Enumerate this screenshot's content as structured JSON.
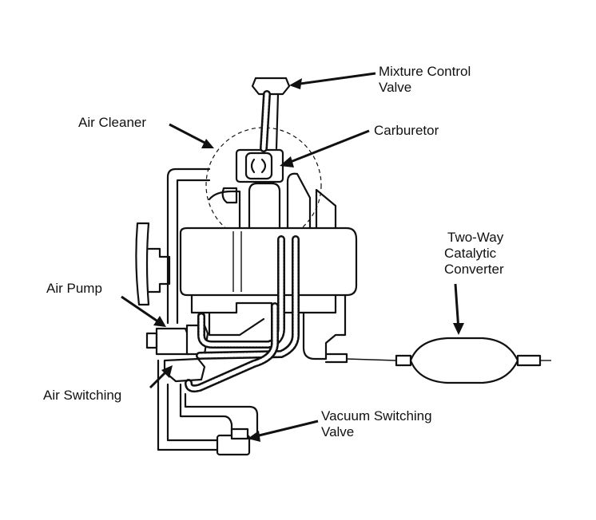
{
  "labels": {
    "mixture_control_valve": [
      "Mixture Control",
      "Valve"
    ],
    "air_cleaner": "Air Cleaner",
    "carburetor": "Carburetor",
    "two_way_catalytic_converter": [
      "Two-Way",
      "Catalytic",
      "Converter"
    ],
    "air_pump": "Air Pump",
    "air_switching": "Air Switching",
    "vacuum_switching_valve": [
      "Vacuum Switching",
      "Valve"
    ]
  },
  "colors": {
    "ink": "#111111",
    "background": "#ffffff",
    "hose_fill": "#ffffff"
  }
}
